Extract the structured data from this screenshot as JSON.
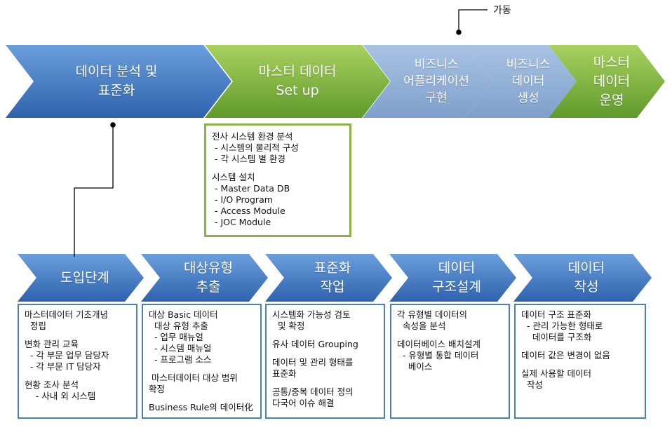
{
  "top_stages": [
    {
      "lines": [
        "데이터 분석 및",
        "표준화"
      ]
    },
    {
      "lines": [
        "마스터 데이터",
        "Set up"
      ]
    },
    {
      "lines": [
        "비즈니스",
        "어플리케이션",
        "구현"
      ]
    },
    {
      "lines": [
        "비즈니스",
        "데이터",
        "생성"
      ]
    },
    {
      "lines": [
        "마스터",
        "데이터",
        "운영"
      ]
    }
  ],
  "operation_note": "가동",
  "setup_box": {
    "lines": [
      "전사 시스템 환경 분석",
      " - 시스템의 물리적 구성",
      " - 각 시스템 별 환경",
      "",
      "시스템 설치",
      " - Master Data DB",
      " - I/O Program",
      " - Access Module",
      " - JOC Module"
    ]
  },
  "bottom_stages": [
    {
      "lines": [
        "도입단계"
      ],
      "details": [
        "마스터데이터 기초개념",
        "  정립",
        "",
        "변화 관리 교육",
        "  - 각 부문 업무 담당자",
        "  - 각 부문 IT 담당자",
        "",
        "현황 조사 분석",
        "    - 사내 외 시스템"
      ]
    },
    {
      "lines": [
        "대상유형",
        "추출"
      ],
      "details": [
        "대상 Basic 데이터",
        "  대상 유형 추출",
        "  - 업무 매뉴얼",
        "  - 시스템 매뉴얼",
        "  - 프로그램 소스",
        "",
        " 마스터데이터 대상 범위",
        "확정",
        "",
        "Business Rule의 데이터化"
      ]
    },
    {
      "lines": [
        "표준화",
        "작업"
      ],
      "details": [
        "시스템화 가능성 검토",
        "  및 확정",
        "",
        "유사 데이터 Grouping",
        "",
        "데이터 및 관리 형태를",
        "표준화",
        "",
        "공통/중복 데이터 정의",
        "다국어 이슈 해결"
      ]
    },
    {
      "lines": [
        "데이터",
        "구조설계"
      ],
      "details": [
        "각 유형별 데이터의",
        "  속성을 분석",
        "",
        "데이터베이스 배치설계",
        "  - 유형별 통합 데이터",
        "    베이스"
      ]
    },
    {
      "lines": [
        "데이터",
        "작성"
      ],
      "details": [
        "데이터 구조 표준화",
        "  - 관리 가능한 형태로",
        "    데이터를 구조화",
        "",
        "데이터 값은 변경이 없음",
        "",
        "실제 사용할  데이터",
        "  작성"
      ]
    }
  ],
  "colors": {
    "blue_light": "#6b9fdc",
    "blue_dark": "#2e62ad",
    "green_light": "#a9d15f",
    "green_dark": "#5f9a2c",
    "grey_blue_light": "#a9c3e3",
    "grey_blue_dark": "#7f9fcb",
    "box_border_blue": "#4f7fb8",
    "box_border_green": "#8ab347"
  }
}
